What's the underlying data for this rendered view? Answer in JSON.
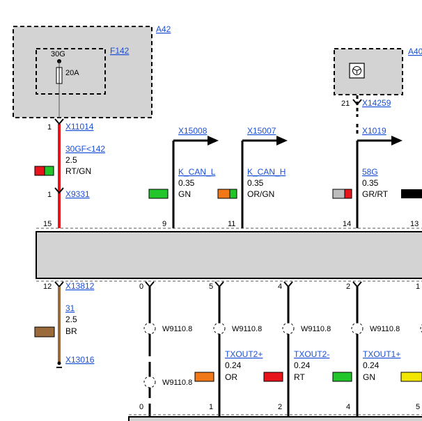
{
  "components": {
    "a42": {
      "label": "A42"
    },
    "f142": {
      "label": "F142",
      "pin": "30G",
      "rating": "20A"
    },
    "a40": {
      "label": "A40"
    }
  },
  "connectors": {
    "x11014": {
      "pin": "1",
      "label": "X11014"
    },
    "x9331": {
      "pin": "1",
      "label": "X9331"
    },
    "x14259": {
      "pin": "21",
      "label": "X14259"
    },
    "x15008": {
      "label": "X15008"
    },
    "x15007": {
      "label": "X15007"
    },
    "x1019": {
      "label": "X1019"
    },
    "x13812": {
      "pin": "12",
      "label": "X13812"
    },
    "x13016": {
      "label": "X13016"
    }
  },
  "wires": {
    "w30gf": {
      "name": "30GF<142",
      "gauge": "2.5",
      "color": "RT/GN",
      "pin": "15"
    },
    "wkcanl": {
      "name": "K_CAN_L",
      "gauge": "0.35",
      "color": "GN",
      "pin": "9"
    },
    "wkcanh": {
      "name": "K_CAN_H",
      "gauge": "0.35",
      "color": "OR/GN",
      "pin": "11"
    },
    "w58g": {
      "name": "58G",
      "gauge": "0.35",
      "color": "GR/RT",
      "pin": "14"
    },
    "wright": {
      "pin": "13"
    },
    "w31": {
      "name": "31",
      "gauge": "2.5",
      "color": "BR"
    }
  },
  "bottom": {
    "pins_top": [
      "0",
      "5",
      "4",
      "2",
      "1"
    ],
    "pins_bottom": [
      "0",
      "1",
      "2",
      "4",
      "5"
    ],
    "shield": "W9110.8",
    "txout2p": {
      "name": "TXOUT2+",
      "gauge": "0.24",
      "color": "OR"
    },
    "txout2m": {
      "name": "TXOUT2-",
      "gauge": "0.24",
      "color": "RT"
    },
    "txout1p": {
      "name": "TXOUT1+",
      "gauge": "0.24",
      "color": "GN"
    }
  },
  "swatches": {
    "red": "#e8141b",
    "green": "#22c62a",
    "orange": "#f07818",
    "gray": "#bdbdbd",
    "black": "#000000",
    "brown": "#9a6a3a",
    "yellow": "#f2e600",
    "box": "#d3d3d3",
    "link": "#1a4fd6"
  }
}
